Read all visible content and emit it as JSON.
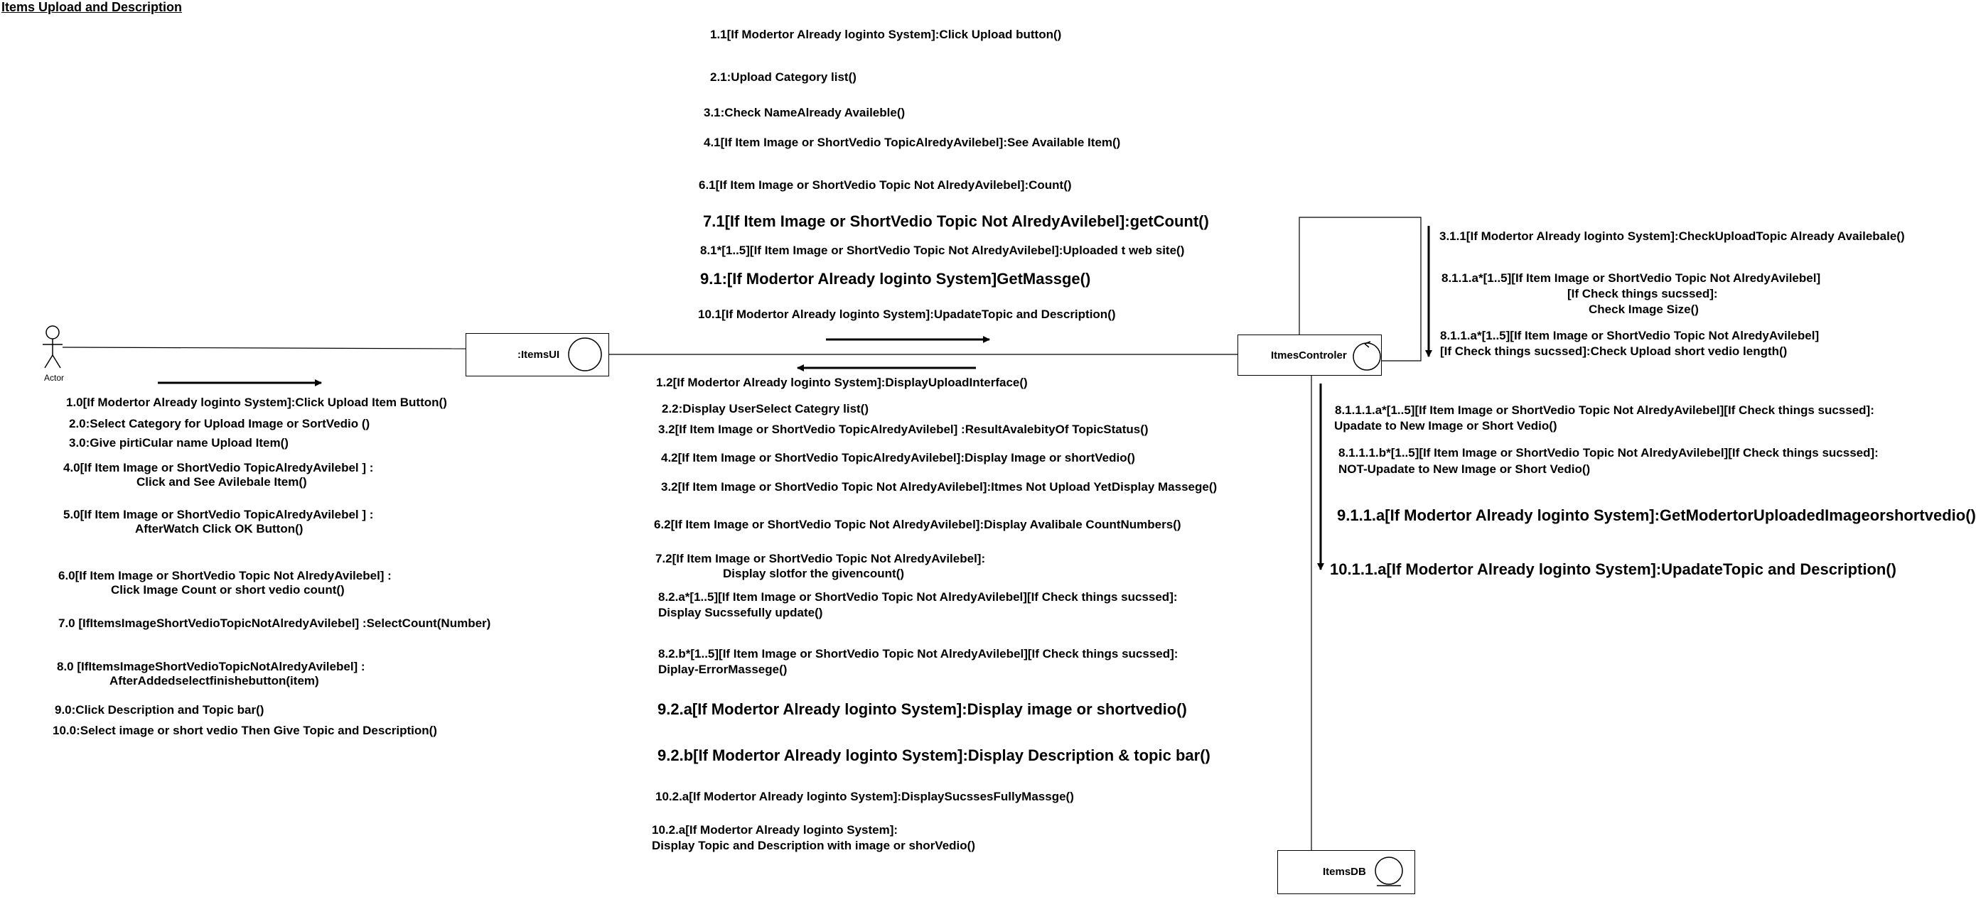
{
  "diagram": {
    "title": "Items Upload and Description",
    "actor_label": "Actor",
    "objects": {
      "ui": ":ItemsUI",
      "controller": "ItmesControler",
      "db": "ItemsDB"
    },
    "top_messages": [
      "1.1[If Modertor Already loginto System]:Click Upload button()",
      "2.1:Upload Category list()",
      "3.1:Check NameAlready Availeble()",
      "4.1[If Item Image or ShortVedio  TopicAlredyAvilebel]:See Available Item()",
      "6.1[If Item Image or ShortVedio  Topic Not AlredyAvilebel]:Count()",
      "7.1[If Item Image or ShortVedio  Topic Not AlredyAvilebel]:getCount()",
      "8.1*[1..5][If Item Image or ShortVedio  Topic Not AlredyAvilebel]:Uploaded t web site()",
      "9.1:[If Modertor Already loginto System]GetMassge()",
      "10.1[If Modertor Already loginto System]:UpadateTopic and Description()"
    ],
    "actor_messages": [
      "1.0[If Modertor Already loginto System]:Click Upload Item Button()",
      "2.0:Select Category  for Upload Image or SortVedio ()",
      "3.0:Give pirtiCular name Upload Item()",
      "4.0[If Item Image or ShortVedio  TopicAlredyAvilebel ] :",
      "Click and See Avilebale Item()",
      "5.0[If Item Image or ShortVedio  TopicAlredyAvilebel ] :",
      "AfterWatch Click OK  Button()",
      "6.0[If Item Image or ShortVedio  Topic Not AlredyAvilebel] :",
      "Click Image Count or short vedio count()",
      "7.0 [IfItemsImageShortVedioTopicNotAlredyAvilebel] :SelectCount(Number)",
      "8.0 [IfItemsImageShortVedioTopicNotAlredyAvilebel] :",
      "AfterAddedselectfinishebutton(item)",
      "9.0:Click Description and Topic bar()",
      "10.0:Select image or short vedio Then Give Topic and Description()"
    ],
    "return_messages": [
      "1.2[If Modertor Already loginto System]:DisplayUploadInterface()",
      "2.2:Display UserSelect Categry list()",
      "3.2[If Item Image or ShortVedio  TopicAlredyAvilebel] :ResultAvalebityOf TopicStatus()",
      "4.2[If Item Image or ShortVedio  TopicAlredyAvilebel]:Display Image or shortVedio()",
      "3.2[If Item Image or ShortVedio  Topic Not AlredyAvilebel]:Itmes Not Upload YetDisplay Massege()",
      "6.2[If Item Image or ShortVedio  Topic Not AlredyAvilebel]:Display Avalibale CountNumbers()",
      "7.2[If Item Image or ShortVedio  Topic Not AlredyAvilebel]:",
      "Display slotfor the givencount()",
      "8.2.a*[1..5][If Item Image or ShortVedio  Topic Not AlredyAvilebel][If Check things sucssed]:",
      "Display Sucssefully update()",
      "8.2.b*[1..5][If Item Image or ShortVedio  Topic Not AlredyAvilebel][If Check things sucssed]:",
      "Diplay-ErrorMassege()",
      "9.2.a[If Modertor Already loginto System]:Display image or shortvedio()",
      "9.2.b[If Modertor Already loginto System]:Display Description & topic bar()",
      "10.2.a[If Modertor Already loginto System]:DisplaySucssesFullyMassge()",
      "10.2.a[If Modertor Already loginto System]:",
      "Display Topic and Description with image or shorVedio()"
    ],
    "self_messages": [
      "3.1.1[If Modertor Already loginto System]:CheckUploadTopic Already Availebale()",
      "8.1.1.a*[1..5][If Item Image or ShortVedio  Topic Not AlredyAvilebel]",
      "[If Check things sucssed]:",
      "Check Image Size()",
      "8.1.1.a*[1..5][If Item Image or ShortVedio  Topic Not AlredyAvilebel]",
      "[If Check things sucssed]:Check Upload short vedio length()"
    ],
    "db_messages": [
      "8.1.1.1.a*[1..5][If Item Image or ShortVedio  Topic Not AlredyAvilebel][If Check things sucssed]:",
      "Upadate to New Image or Short Vedio()",
      "8.1.1.1.b*[1..5][If Item Image or ShortVedio  Topic Not AlredyAvilebel][If Check things sucssed]:",
      "NOT-Upadate to New Image or Short Vedio()",
      "9.1.1.a[If Modertor Already loginto System]:GetModertorUploadedImageorshortvedio()",
      "10.1.1.a[If Modertor Already loginto System]:UpadateTopic and Description()"
    ]
  }
}
